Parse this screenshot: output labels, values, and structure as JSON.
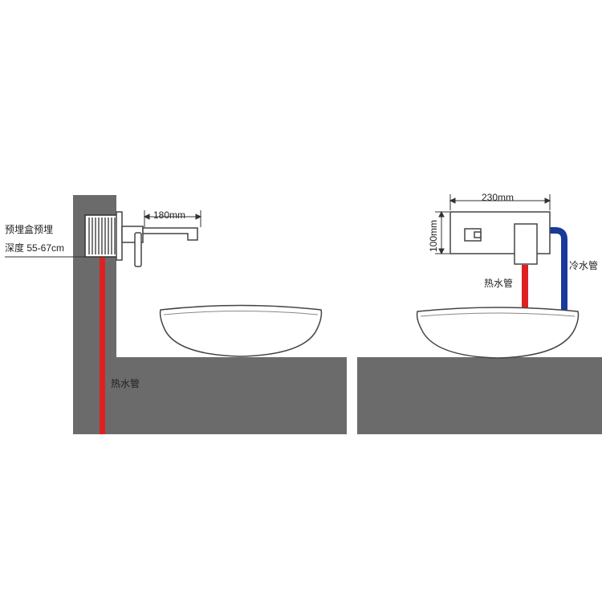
{
  "left_panel": {
    "box_label_line1": "预埋盒预埋",
    "box_label_line2": "深度 55-67cm",
    "spout_dimension": "180mm",
    "hot_pipe_label": "热水管"
  },
  "right_panel": {
    "width_dimension": "230mm",
    "height_dimension": "100mm",
    "hot_pipe_label": "热水管",
    "cold_pipe_label": "冷水管"
  },
  "colors": {
    "wall": "#6b6b6b",
    "hot_pipe": "#e02020",
    "cold_pipe": "#1a3a9a",
    "outline": "#444444"
  }
}
